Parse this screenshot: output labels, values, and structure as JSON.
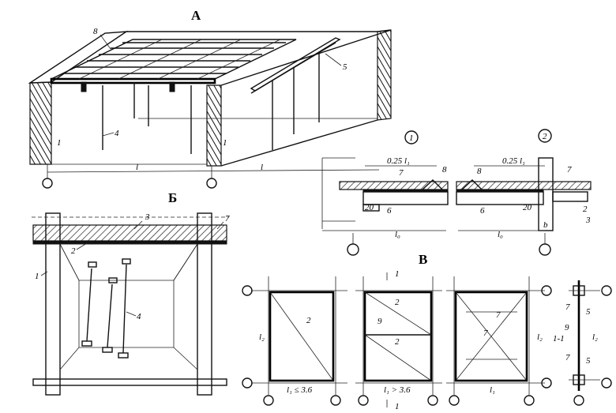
{
  "panels": {
    "a": "А",
    "b": "Б",
    "v": "В"
  },
  "details": {
    "d1": "1",
    "d2": "2"
  },
  "callouts": {
    "a_8": "8",
    "a_5": "5",
    "a_4": "4",
    "a_1_left": "1",
    "a_1_right": "1",
    "b_3": "3",
    "b_7": "7",
    "b_2": "2",
    "b_1": "1",
    "b_4": "4",
    "d1_7": "7",
    "d1_8": "8",
    "d1_6": "6",
    "d1_20": "20",
    "d2_8": "8",
    "d2_7": "7",
    "d2_6": "6",
    "d2_2": "2",
    "d2_3": "3",
    "d2_20": "20",
    "d2_b": "b",
    "v1_2": "2",
    "v2_1": "1",
    "v2_1b": "1",
    "v2_2a": "2",
    "v2_2b": "2",
    "v2_9": "9",
    "v3_7a": "7",
    "v3_7b": "7",
    "v4_7a": "7",
    "v4_5a": "5",
    "v4_9": "9",
    "v4_7b": "7",
    "v4_5b": "5",
    "v4_sec": "1-1"
  },
  "dimensions": {
    "a_l1": "l",
    "a_l2": "l",
    "d1_frac": "0.25 l₁",
    "d1_lo": "l₀",
    "d2_frac": "0.25 l₁",
    "d2_lo": "l₀",
    "v1_span": "l₁ ≤ 3.6",
    "v1_side": "l₂",
    "v2_span": "l₁ > 3.6",
    "v3_span": "l₁",
    "v3_side": "l₂",
    "v4_side": "l₂"
  }
}
